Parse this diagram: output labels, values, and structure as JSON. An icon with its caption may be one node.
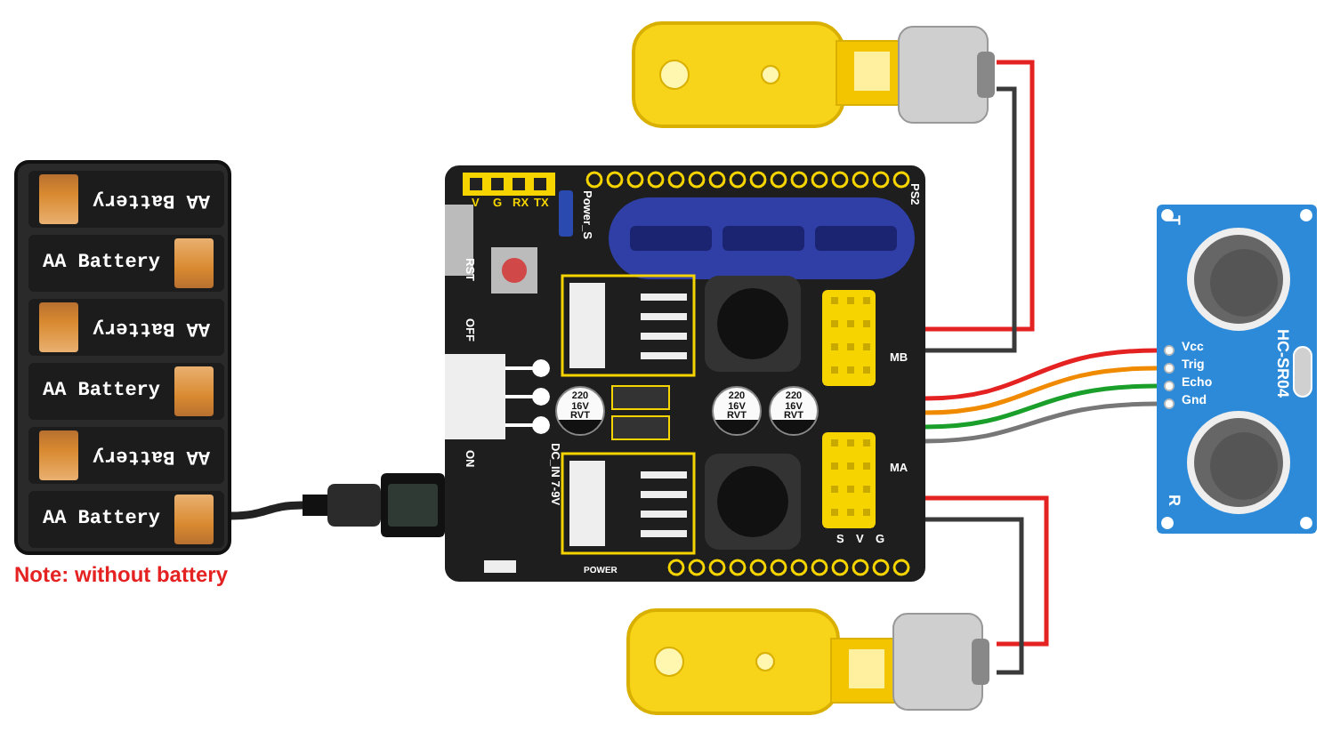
{
  "diagram": {
    "nodes": [
      {
        "text": [],
        "shape": "box",
        "beside": [
          "Note: without battery"
        ]
      },
      {
        "text": [
          "AA Battery"
        ],
        "in": 0
      },
      {
        "text": [
          "AA Battery"
        ],
        "in": 0
      },
      {
        "text": [
          "AA Battery"
        ],
        "in": 0
      },
      {
        "text": [
          "AA Battery"
        ],
        "in": 0
      },
      {
        "text": [
          "AA Battery"
        ],
        "in": 0
      },
      {
        "text": [
          "AA Battery"
        ],
        "in": 0
      },
      {
        "text": [
          "V",
          "G",
          "RX",
          "TX",
          "Power_S",
          "RST",
          "OFF",
          "ON",
          "DC_IN 7-9V",
          "POWER",
          "PS2",
          "MB",
          "MA",
          "S",
          "V",
          "G"
        ]
      },
      {
        "text": [
          "220 16V RVT"
        ],
        "in": 7
      },
      {
        "text": [
          "220 16V RVT"
        ],
        "in": 7
      },
      {
        "text": [
          "220 16V RVT"
        ],
        "in": 7
      },
      {
        "text": [],
        "shape": "picture"
      },
      {
        "text": [],
        "shape": "picture"
      },
      {
        "text": [
          "T",
          "HC-SR04",
          "Vcc",
          "Trig",
          "Echo",
          "Gnd",
          "R"
        ]
      },
      {
        "text": [],
        "shape": "picture"
      }
    ],
    "edges": [
      {
        "from": 0,
        "to": 14,
        "arrow": "none",
        "style": "thick",
        "color": "#222222"
      },
      {
        "from": 11,
        "to": 7,
        "arrow": "none",
        "color": "#e52222"
      },
      {
        "from": 11,
        "to": 7,
        "arrow": "none",
        "color": "#3a3a3a"
      },
      {
        "from": 12,
        "to": 7,
        "arrow": "none",
        "color": "#e52222"
      },
      {
        "from": 12,
        "to": 7,
        "arrow": "none",
        "color": "#3a3a3a"
      },
      {
        "from": 13,
        "to": 7,
        "arrow": "none",
        "color": "#e52222"
      },
      {
        "from": 13,
        "to": 7,
        "arrow": "none",
        "color": "#f08a00"
      },
      {
        "from": 13,
        "to": 7,
        "arrow": "none",
        "color": "#1aa02a"
      },
      {
        "from": 13,
        "to": 7,
        "arrow": "none",
        "color": "#777777"
      }
    ]
  }
}
